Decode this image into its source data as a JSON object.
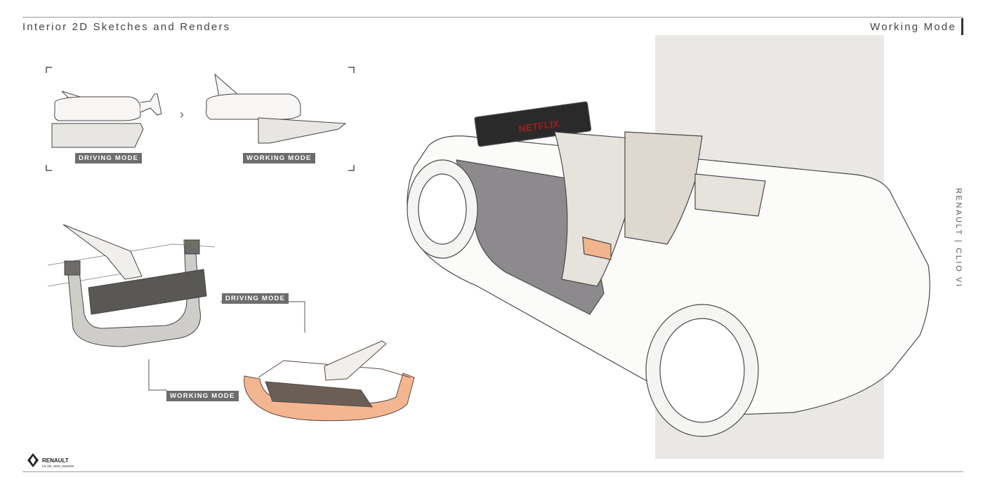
{
  "header": {
    "left_title": "Interior 2D Sketches and Renders",
    "right_title": "Working Mode"
  },
  "labels": {
    "top_driving": "DRIVING MODE",
    "top_working": "WORKING MODE",
    "mid_driving": "DRIVING MODE",
    "mid_working": "WORKING MODE",
    "arrow": "›"
  },
  "sidebar": {
    "vertical_text": "RENAULT | CLIO VI"
  },
  "logo": {
    "name": "RENAULT",
    "tagline": "La vie, avec passion"
  },
  "render": {
    "screen_text": "NETFLIX"
  },
  "colors": {
    "accent_panel": "#e9e8e5",
    "tag_bg": "#6d6d6d",
    "highlight": "#f2b48c"
  }
}
